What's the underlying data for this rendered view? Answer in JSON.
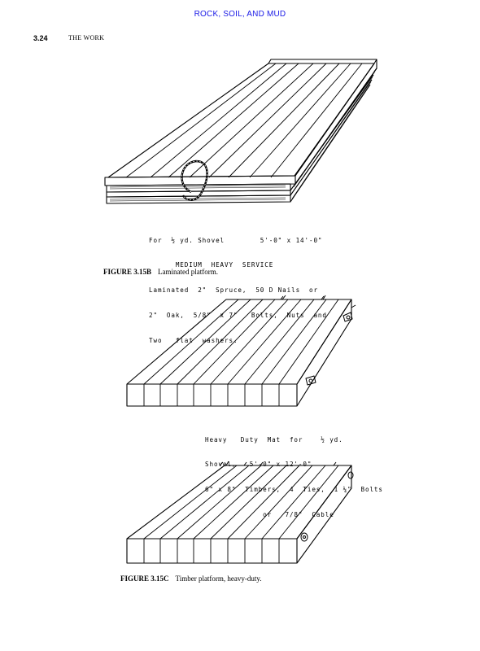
{
  "header": {
    "running_head": "ROCK, SOIL, AND MUD",
    "folio": "3.24",
    "section": "THE WORK"
  },
  "figure_b": {
    "note_lines": [
      "For  ½ yd. Shovel        5'-0\" x 14'-0\"",
      "      MEDIUM  HEAVY  SERVICE",
      "Laminated  2\"  Spruce,  50 D Nails  or",
      "2\"  Oak,  5/8\"  x 7\"   Bolts,  Nuts  and",
      "Two   flat  washers."
    ],
    "caption_number": "FIGURE 3.15B",
    "caption_text": "Laminated platform."
  },
  "figure_c": {
    "note_lines": [
      "Heavy   Duty  Mat  for    ½ yd.",
      "Shovel,   5'-0\" x 12'-0\"",
      "6\" x 8\"  Timbers,  4  Ties,  1 ¼\"  Bolts",
      "             or   7/8\"  Cable"
    ],
    "caption_number": "FIGURE 3.15C",
    "caption_text": "Timber platform, heavy-duty."
  }
}
